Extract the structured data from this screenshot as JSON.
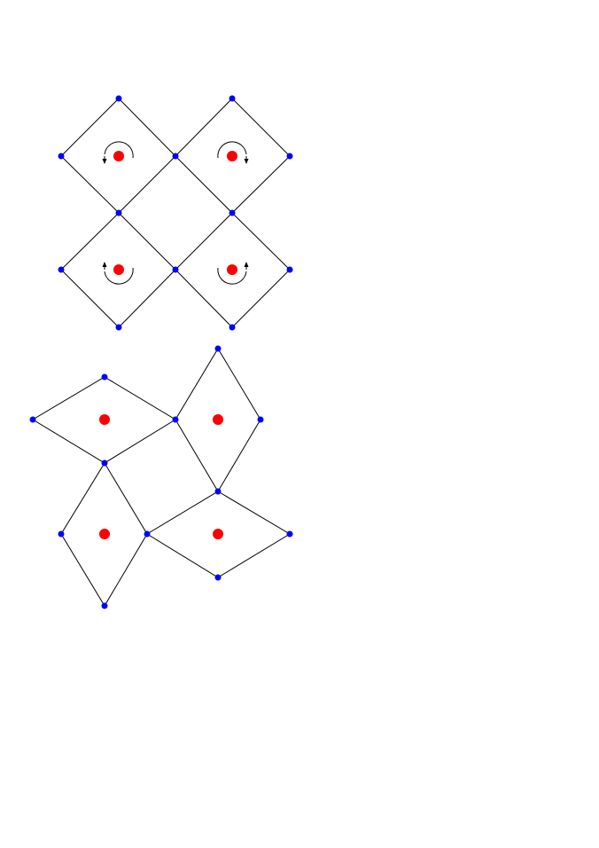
{
  "colors": {
    "background": "#ffffff",
    "edge": "#000000",
    "vertex": "#0000ff",
    "center": "#ff0000",
    "rotation_arrow": "#000000"
  },
  "panels": [
    {
      "id": "regular-lattice",
      "description_tokens": [
        "four-squares",
        "rotation-arrows"
      ],
      "cells": [
        {
          "id": "top-left",
          "rotation": "counterclockwise"
        },
        {
          "id": "top-right",
          "rotation": "clockwise"
        },
        {
          "id": "bottom-left",
          "rotation": "clockwise"
        },
        {
          "id": "bottom-right",
          "rotation": "counterclockwise"
        }
      ]
    },
    {
      "id": "distorted-lattice",
      "description_tokens": [
        "four-rhombi"
      ],
      "cells": [
        {
          "id": "top-left",
          "rotation": "none"
        },
        {
          "id": "top-right",
          "rotation": "none"
        },
        {
          "id": "bottom-left",
          "rotation": "none"
        },
        {
          "id": "bottom-right",
          "rotation": "none"
        }
      ]
    }
  ]
}
